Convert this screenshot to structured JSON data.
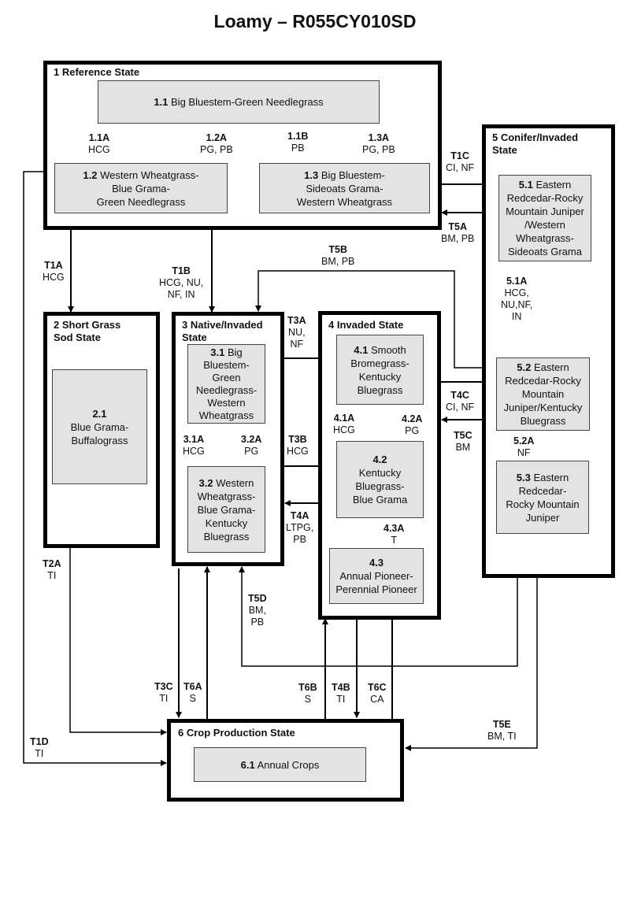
{
  "title": "Loamy – R055CY010SD",
  "states": {
    "s1": {
      "label": "1 Reference State"
    },
    "s2": {
      "label": "2 Short Grass\n   Sod State"
    },
    "s3": {
      "label": "3 Native/Invaded\n   State"
    },
    "s4": {
      "label": "4 Invaded State"
    },
    "s5": {
      "label": "5 Conifer/Invaded\n   State"
    },
    "s6": {
      "label": "6 Crop Production State"
    }
  },
  "phases": {
    "p11": {
      "num": "1.1",
      "text": "Big Bluestem-Green Needlegrass"
    },
    "p12": {
      "num": "1.2",
      "text": "Western Wheatgrass-\nBlue Grama-\nGreen Needlegrass"
    },
    "p13": {
      "num": "1.3",
      "text": "Big Bluestem-\nSideoats Grama-\nWestern Wheatgrass"
    },
    "p21": {
      "num": "2.1",
      "text": "Blue Grama-\nBuffalograss"
    },
    "p31": {
      "num": "3.1",
      "text": "Big\nBluestem-\nGreen\nNeedlegrass-\nWestern\nWheatgrass"
    },
    "p32": {
      "num": "3.2",
      "text": "Western\nWheatgrass-\nBlue Grama-\nKentucky\nBluegrass"
    },
    "p41": {
      "num": "4.1",
      "text": "Smooth\nBromegrass-\nKentucky\nBluegrass"
    },
    "p42": {
      "num": "4.2",
      "text": "Kentucky\nBluegrass-\nBlue Grama"
    },
    "p43": {
      "num": "4.3",
      "text": "Annual Pioneer-\nPerennial Pioneer"
    },
    "p51": {
      "num": "5.1",
      "text": "Eastern\nRedcedar-Rocky\nMountain Juniper\n/Western\nWheatgrass-\nSideoats Grama"
    },
    "p52": {
      "num": "5.2",
      "text": "Eastern\nRedcedar-Rocky\nMountain\nJuniper/Kentucky\nBluegrass"
    },
    "p53": {
      "num": "5.3",
      "text": "Eastern\nRedcedar-\nRocky Mountain\nJuniper"
    },
    "p61": {
      "num": "6.1",
      "text": "Annual Crops"
    }
  },
  "transitions": {
    "t11A": {
      "code": "1.1A",
      "text": "HCG"
    },
    "t12A": {
      "code": "1.2A",
      "text": "PG, PB"
    },
    "t11B": {
      "code": "1.1B",
      "text": "PB"
    },
    "t13A": {
      "code": "1.3A",
      "text": "PG, PB"
    },
    "T1A": {
      "code": "T1A",
      "text": "HCG"
    },
    "T1B": {
      "code": "T1B",
      "text": "HCG, NU,\nNF, IN"
    },
    "T1C": {
      "code": "T1C",
      "text": "CI, NF"
    },
    "T1D": {
      "code": "T1D",
      "text": "TI"
    },
    "T2A": {
      "code": "T2A",
      "text": "TI"
    },
    "T3A": {
      "code": "T3A",
      "text": "NU,\nNF"
    },
    "T3B": {
      "code": "T3B",
      "text": "HCG"
    },
    "T3C": {
      "code": "T3C",
      "text": "TI"
    },
    "t31A": {
      "code": "3.1A",
      "text": "HCG"
    },
    "t32A": {
      "code": "3.2A",
      "text": "PG"
    },
    "T4A": {
      "code": "T4A",
      "text": "LTPG,\nPB"
    },
    "T4B": {
      "code": "T4B",
      "text": "TI"
    },
    "T4C": {
      "code": "T4C",
      "text": "CI, NF"
    },
    "t41A": {
      "code": "4.1A",
      "text": "HCG"
    },
    "t42A": {
      "code": "4.2A",
      "text": "PG"
    },
    "t43A": {
      "code": "4.3A",
      "text": "T"
    },
    "T5A": {
      "code": "T5A",
      "text": "BM, PB"
    },
    "T5B": {
      "code": "T5B",
      "text": "BM, PB"
    },
    "T5C": {
      "code": "T5C",
      "text": "BM"
    },
    "T5D": {
      "code": "T5D",
      "text": "BM,\nPB"
    },
    "T5E": {
      "code": "T5E",
      "text": "BM, TI"
    },
    "t51A": {
      "code": "5.1A",
      "text": "HCG,\nNU,NF,\nIN"
    },
    "t52A": {
      "code": "5.2A",
      "text": "NF"
    },
    "T6A": {
      "code": "T6A",
      "text": "S"
    },
    "T6B": {
      "code": "T6B",
      "text": "S"
    },
    "T6C": {
      "code": "T6C",
      "text": "CA"
    }
  }
}
